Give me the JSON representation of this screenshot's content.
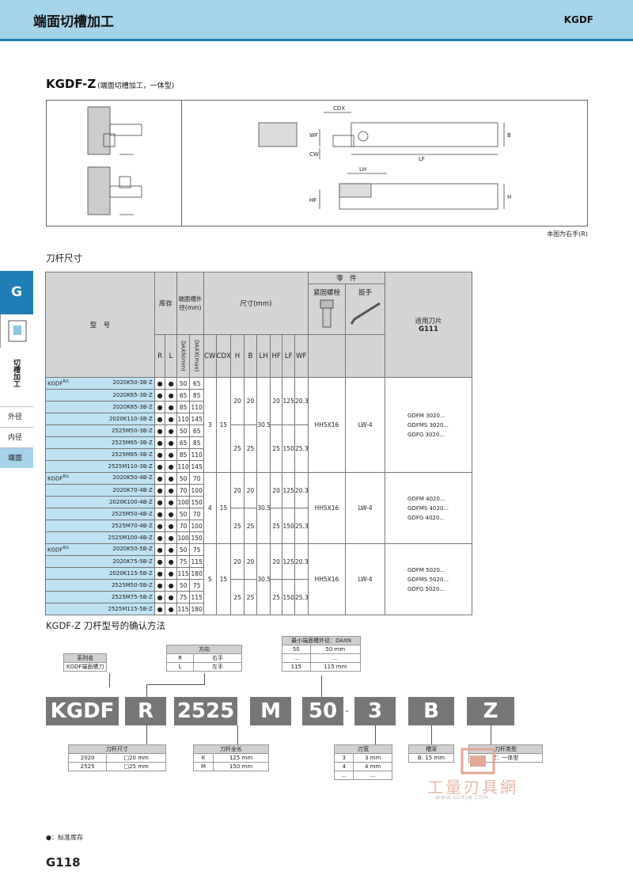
{
  "header": {
    "title": "端面切槽加工",
    "code": "KGDF"
  },
  "product": {
    "name": "KGDF-Z",
    "desc": "(端面切槽加工，一体型)"
  },
  "drawing": {
    "labels": [
      "CDX",
      "WF",
      "CW",
      "LF",
      "B",
      "LH",
      "HF",
      "H"
    ],
    "note": "本图为右手(R)"
  },
  "section1": "刀杆尺寸",
  "table": {
    "h_model": "型　号",
    "h_stock": "库存",
    "h_dia": "端面槽外径(mm)",
    "h_dim": "尺寸(mm)",
    "h_parts": "零　件",
    "h_screw": "紧固螺栓",
    "h_wrench": "扳手",
    "h_insert": "适用刀片",
    "h_insert_ref": "G111",
    "cols": [
      "R",
      "L",
      "DAXN(min)",
      "DAXX(max)",
      "CW",
      "CDX",
      "H",
      "B",
      "LH",
      "HF",
      "LF",
      "WF"
    ],
    "stock": "●",
    "groups": [
      {
        "prefix": "KGDF",
        "sup": "R/L",
        "models": [
          "2020K50-3B-Z",
          "2020K65-3B-Z",
          "2020K85-3B-Z",
          "2020K110-3B-Z",
          "2525M50-3B-Z",
          "2525M65-3B-Z",
          "2525M85-3B-Z",
          "2525M110-3B-Z"
        ],
        "daxn": [
          "50",
          "65",
          "85",
          "110",
          "50",
          "65",
          "85",
          "110"
        ],
        "daxx": [
          "65",
          "85",
          "110",
          "145",
          "65",
          "85",
          "110",
          "145"
        ],
        "cw": "3",
        "cdx": "15",
        "h": [
          "20",
          "25"
        ],
        "b": [
          "20",
          "25"
        ],
        "lh": "30.5",
        "hf": [
          "20",
          "25"
        ],
        "lf": [
          "125",
          "150"
        ],
        "wf": [
          "20.3",
          "25.3"
        ],
        "screw": "HH5X16",
        "wrench": "LW-4",
        "inserts": [
          "GDFM 3020...",
          "GDFMS 3020...",
          "GDFG 3020..."
        ]
      },
      {
        "prefix": "KGDF",
        "sup": "R/L",
        "models": [
          "2020K50-4B-Z",
          "2020K70-4B-Z",
          "2020K100-4B-Z",
          "2525M50-4B-Z",
          "2525M70-4B-Z",
          "2525M100-4B-Z"
        ],
        "daxn": [
          "50",
          "70",
          "100",
          "50",
          "70",
          "100"
        ],
        "daxx": [
          "70",
          "100",
          "150",
          "70",
          "100",
          "150"
        ],
        "cw": "4",
        "cdx": "15",
        "h": [
          "20",
          "25"
        ],
        "b": [
          "20",
          "25"
        ],
        "lh": "30.5",
        "hf": [
          "20",
          "25"
        ],
        "lf": [
          "125",
          "150"
        ],
        "wf": [
          "20.3",
          "25.3"
        ],
        "screw": "HH5X16",
        "wrench": "LW-4",
        "inserts": [
          "GDFM 4020...",
          "GDFMS 4020...",
          "GDFG 4020..."
        ]
      },
      {
        "prefix": "KGDF",
        "sup": "R/L",
        "models": [
          "2020K50-5B-Z",
          "2020K75-5B-Z",
          "2020K115-5B-Z",
          "2525M50-5B-Z",
          "2525M75-5B-Z",
          "2525M115-5B-Z"
        ],
        "daxn": [
          "50",
          "75",
          "115",
          "50",
          "75",
          "115"
        ],
        "daxx": [
          "75",
          "115",
          "180",
          "75",
          "115",
          "180"
        ],
        "cw": "5",
        "cdx": "15",
        "h": [
          "20",
          "25"
        ],
        "b": [
          "20",
          "25"
        ],
        "lh": "30.5",
        "hf": [
          "20",
          "25"
        ],
        "lf": [
          "125",
          "150"
        ],
        "wf": [
          "20.3",
          "25.3"
        ],
        "screw": "HH5X16",
        "wrench": "LW-4",
        "inserts": [
          "GDFM 5020...",
          "GDFMS 5020...",
          "GDFG 5020..."
        ]
      }
    ]
  },
  "side": {
    "letter": "G",
    "category": "切槽加工",
    "items": [
      "外径",
      "内径",
      "端面"
    ]
  },
  "section2": "KGDF-Z 刀杆型号的确认方法",
  "code": {
    "parts": [
      "KGDF",
      "R",
      "2525",
      "M",
      "50",
      "3",
      "B",
      "Z"
    ],
    "dash": "-",
    "series": {
      "head": "系列名",
      "val": "KGDF端面槽刀"
    },
    "dir": {
      "head": "方向",
      "rows": [
        [
          "R",
          "右手"
        ],
        [
          "L",
          "左手"
        ]
      ]
    },
    "daxn": {
      "head": "最小端面槽外径：DAXN",
      "rows": [
        [
          "50",
          "50 mm"
        ],
        [
          "...",
          "..."
        ],
        [
          "115",
          "115 mm"
        ]
      ]
    },
    "size": {
      "head": "刀杆尺寸",
      "rows": [
        [
          "2020",
          "□20 mm"
        ],
        [
          "2525",
          "□25 mm"
        ]
      ]
    },
    "len": {
      "head": "刀杆全长",
      "rows": [
        [
          "K",
          "125 mm"
        ],
        [
          "M",
          "150 mm"
        ]
      ]
    },
    "width": {
      "head": "刃宽",
      "rows": [
        [
          "3",
          "3 mm"
        ],
        [
          "4",
          "4 mm"
        ],
        [
          "...",
          "..."
        ]
      ]
    },
    "depth": {
      "head": "槽深",
      "val": "B: 15 mm"
    },
    "type": {
      "head": "刀杆类型",
      "val": "Z：一体型"
    }
  },
  "note": "●：标准库存",
  "page": "G118",
  "watermark": {
    "text": "工量刃具網",
    "url": "WWW.GLRJW.COM"
  }
}
